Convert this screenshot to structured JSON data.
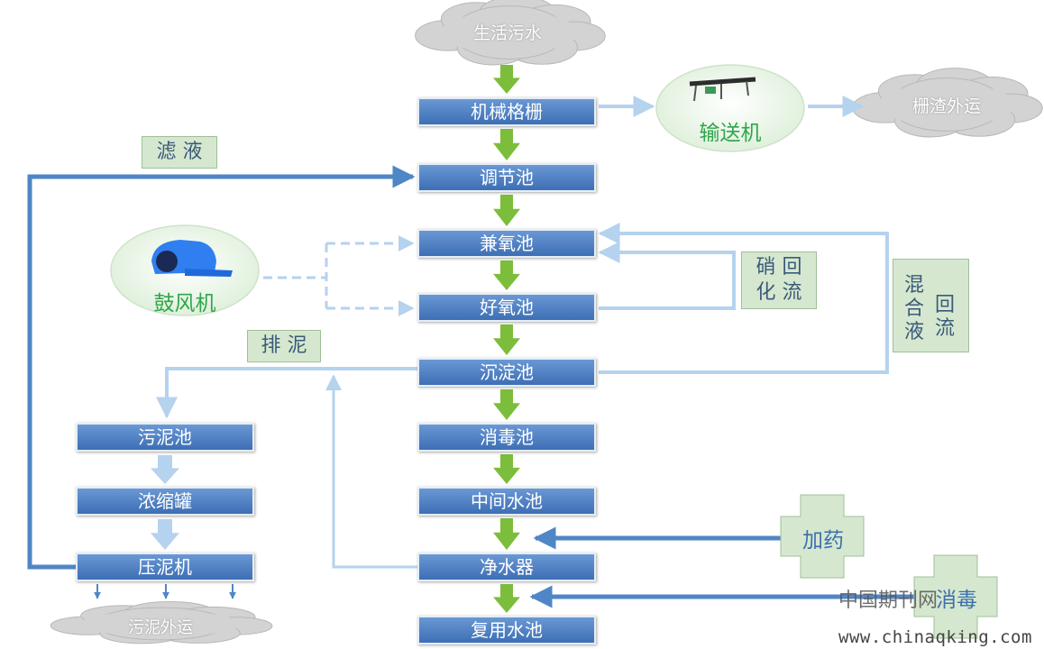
{
  "colors": {
    "box_fill": "#4a7fc4",
    "main_arrow": "#7cbd3b",
    "light_line": "#b5d2ee",
    "dark_line": "#4f86c6",
    "label_fill": "#d5e8cf",
    "cloud_fill": "#d3d3d3"
  },
  "icons": {
    "blower": "blower-icon",
    "conveyor": "conveyor-icon"
  },
  "main_flow": {
    "source": "生活污水",
    "screen": "机械格栅",
    "equalization": "调节池",
    "anoxic": "兼氧池",
    "aerobic": "好氧池",
    "sedimentation": "沉淀池",
    "disinfection": "消毒池",
    "intermediate": "中间水池",
    "purifier": "净水器",
    "reuse": "复用水池"
  },
  "sludge_flow": {
    "sludge_tank": "污泥池",
    "thickener": "浓缩罐",
    "press": "压泥机",
    "sludge_out": "污泥外运"
  },
  "equipment": {
    "conveyor": "输送机",
    "screenings_out": "栅渣外运",
    "blower": "鼓风机"
  },
  "labels": {
    "filtrate": "滤 液",
    "sludge_discharge": "排 泥",
    "nitrification_return": [
      "硝 回",
      "化 流"
    ],
    "mixed_liquor_return_left": [
      "混",
      "合",
      "液"
    ],
    "mixed_liquor_return_right": [
      "回",
      "流"
    ]
  },
  "additives": {
    "dosing": "加药",
    "disinfect": "消毒"
  },
  "watermark": {
    "journal": "中国期刊网",
    "url": "www.chinaqking.com"
  }
}
